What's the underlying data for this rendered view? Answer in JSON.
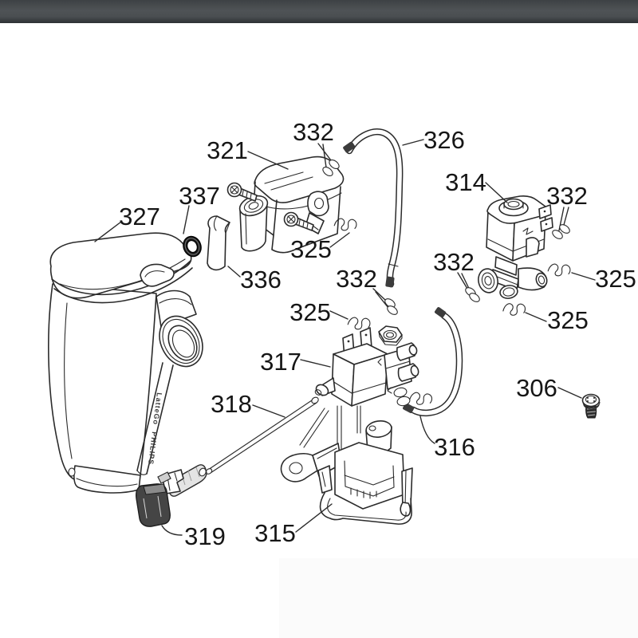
{
  "colors": {
    "background": "#ffffff",
    "top_bar": "#44484b",
    "line_ink": "#2b2b2b",
    "label_text": "#161616",
    "dark_part_fill": "#454545"
  },
  "diagram": {
    "container_text": {
      "upper": "LatteGo",
      "lower": "PHILIPS"
    },
    "labels": [
      {
        "id": "332-top",
        "text": "332"
      },
      {
        "id": "321",
        "text": "321"
      },
      {
        "id": "326",
        "text": "326"
      },
      {
        "id": "314",
        "text": "314"
      },
      {
        "id": "332-right",
        "text": "332"
      },
      {
        "id": "337",
        "text": "337"
      },
      {
        "id": "327",
        "text": "327"
      },
      {
        "id": "325-valve",
        "text": "325"
      },
      {
        "id": "336",
        "text": "336"
      },
      {
        "id": "332-left",
        "text": "332"
      },
      {
        "id": "332-mid",
        "text": "332"
      },
      {
        "id": "325-right",
        "text": "325"
      },
      {
        "id": "325-below",
        "text": "325"
      },
      {
        "id": "325-left",
        "text": "325"
      },
      {
        "id": "317",
        "text": "317"
      },
      {
        "id": "318",
        "text": "318"
      },
      {
        "id": "306",
        "text": "306"
      },
      {
        "id": "316",
        "text": "316"
      },
      {
        "id": "319",
        "text": "319"
      },
      {
        "id": "315",
        "text": "315"
      }
    ]
  }
}
